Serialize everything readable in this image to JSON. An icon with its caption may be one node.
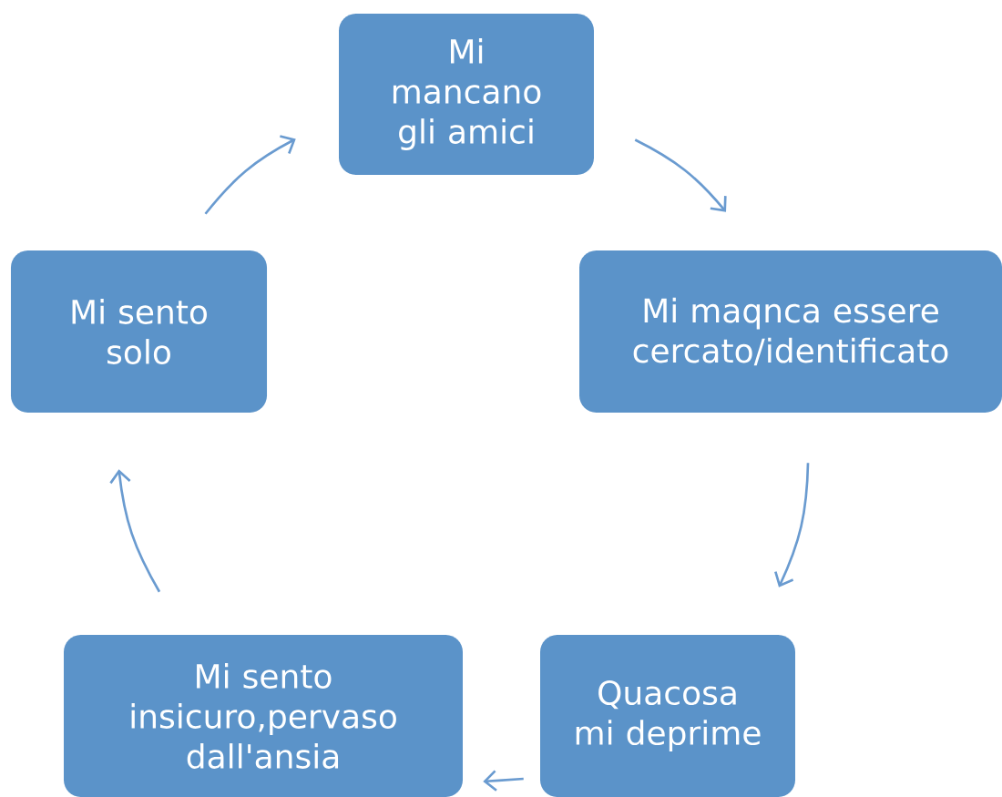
{
  "diagram": {
    "nodes": [
      {
        "text": [
          "Mi mancano gli amici"
        ]
      },
      {
        "text": [
          "Mi maqnca essere cercato/identificato"
        ]
      },
      {
        "text": [
          "Quacosa mi deprime"
        ]
      },
      {
        "text": [
          "Mi sento insicuro,pervaso dall'ansia"
        ]
      },
      {
        "text": [
          "Mi sento solo"
        ]
      }
    ],
    "edges": [
      {
        "from": 0,
        "to": 1,
        "arrow": "to"
      },
      {
        "from": 1,
        "to": 2,
        "arrow": "to"
      },
      {
        "from": 2,
        "to": 3,
        "arrow": "to"
      },
      {
        "from": 3,
        "to": 4,
        "arrow": "to"
      },
      {
        "from": 4,
        "to": 0,
        "arrow": "to"
      }
    ]
  }
}
